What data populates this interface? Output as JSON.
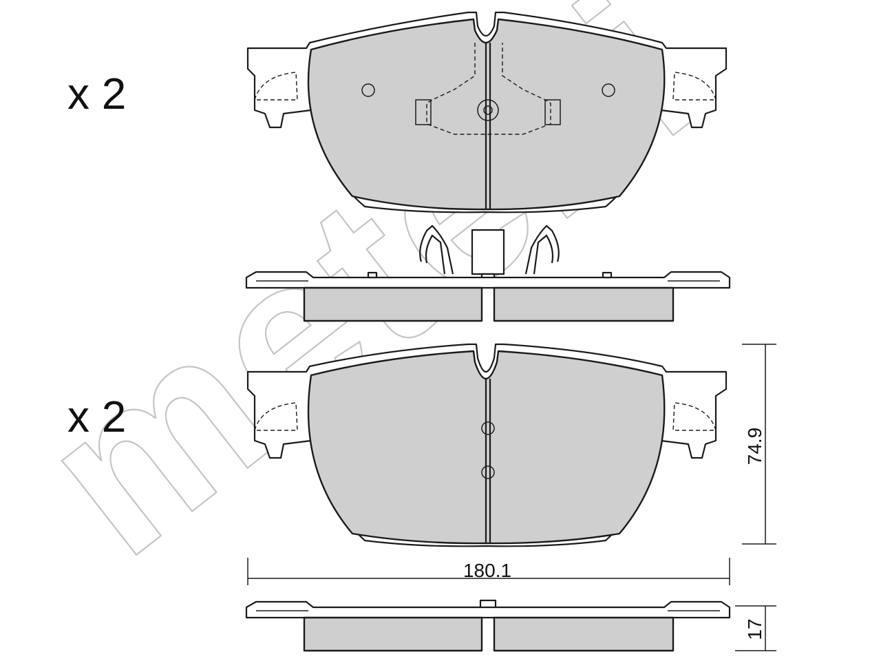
{
  "labels": {
    "top_quantity": "x 2",
    "bottom_quantity": "x 2"
  },
  "dimensions": {
    "width": "180.1",
    "height": "74.9",
    "thickness": "17"
  },
  "watermark": {
    "text": "metelli"
  },
  "colors": {
    "pad_fill": "#cfcfcf",
    "outline": "#1a1a1a",
    "watermark": "#b9b9b9"
  }
}
